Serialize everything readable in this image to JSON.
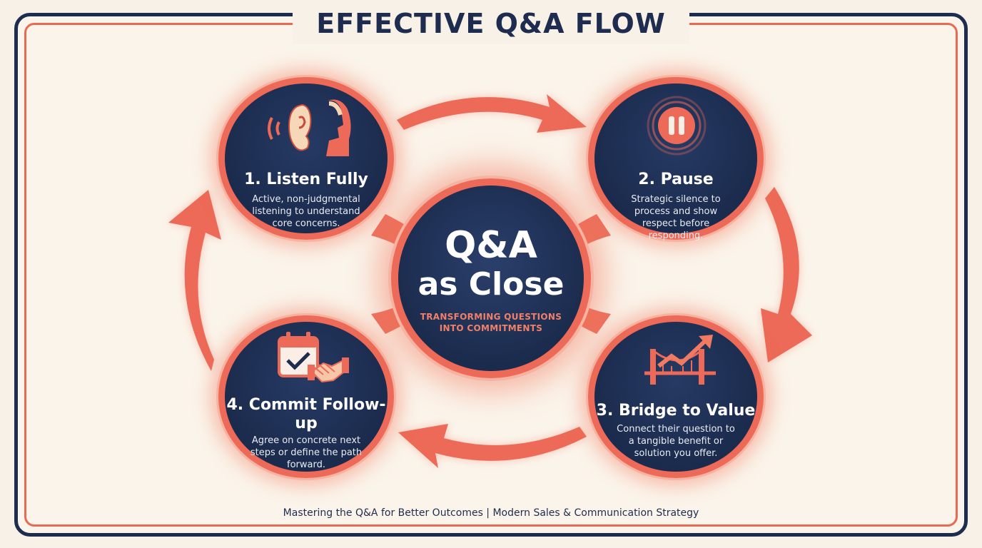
{
  "title": "EFFECTIVE Q&A FLOW",
  "center": {
    "line1": "Q&A",
    "line2": "as Close",
    "subtitle": "TRANSFORMING QUESTIONS INTO COMMITMENTS"
  },
  "steps": [
    {
      "heading": "1. Listen Fully",
      "description": "Active, non-judgmental listening to understand core concerns.",
      "icon": "ear-listening-icon"
    },
    {
      "heading": "2. Pause",
      "description": "Strategic silence to process and show respect before responding.",
      "icon": "pause-icon"
    },
    {
      "heading": "3. Bridge to Value",
      "description": "Connect their question to a tangible benefit or solution you offer.",
      "icon": "bridge-growth-icon"
    },
    {
      "heading": "4. Commit Follow-up",
      "description": "Agree on concrete next steps or define the path forward.",
      "icon": "calendar-handshake-icon"
    }
  ],
  "footer": "Mastering the Q&A for Better Outcomes | Modern Sales & Communication Strategy",
  "colors": {
    "navy": "#1e2d4f",
    "coral": "#ec6a57",
    "background": "#f8f1e7"
  }
}
